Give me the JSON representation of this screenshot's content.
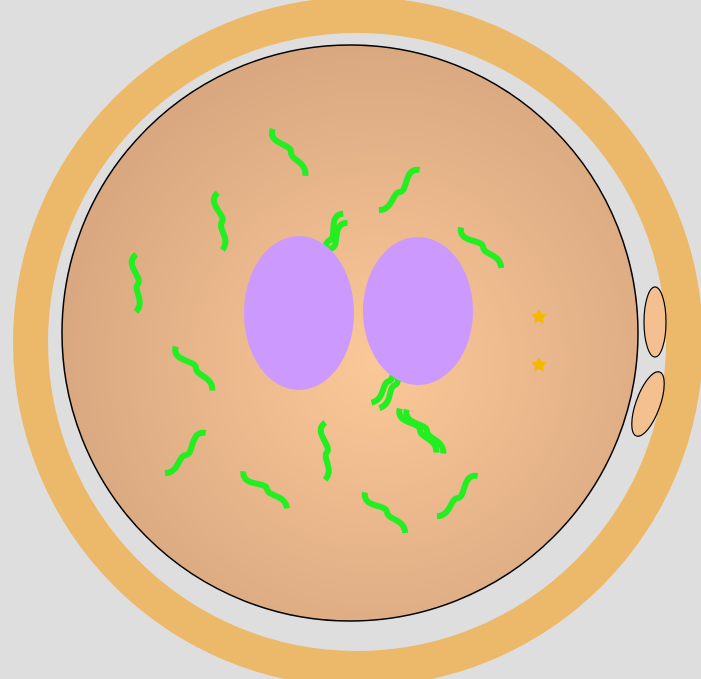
{
  "colors": {
    "background": "#dedede",
    "zona_pellucida": "#ecb96a",
    "perivitelline_space": "#dedede",
    "cytoplasm_center": "#fbc898",
    "cytoplasm_edge": "#d9a880",
    "cell_outline": "#000000",
    "pronucleus": "#cc99ff",
    "polar_body": "#f5c090",
    "polar_body_outline": "#000000",
    "granule": "#f5b800",
    "filament": "#22ee22"
  },
  "icons": {
    "filament": "squiggle-icon",
    "granule": "star-icon"
  },
  "counts": {
    "pronuclei": 2,
    "polar_bodies": 2,
    "filaments": 17,
    "granules": 2
  }
}
